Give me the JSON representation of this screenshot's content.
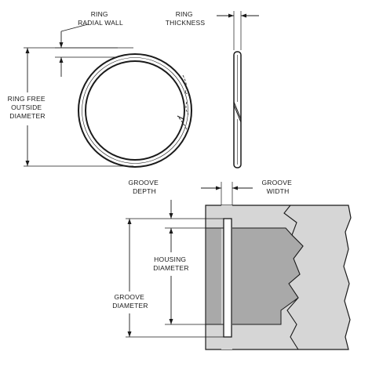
{
  "labels": {
    "ring_radial_wall": [
      "RING",
      "RADIAL WALL"
    ],
    "ring_thickness": [
      "RING",
      "THICKNESS"
    ],
    "ring_free_od": [
      "RING FREE",
      "OUTSIDE",
      "DIAMETER"
    ],
    "groove_depth": [
      "GROOVE",
      "DEPTH"
    ],
    "groove_width": [
      "GROOVE",
      "WIDTH"
    ],
    "housing_diameter": [
      "HOUSING",
      "DIAMETER"
    ],
    "groove_diameter": [
      "GROOVE",
      "DIAMETER"
    ]
  },
  "colors": {
    "line": "#1a1a1a",
    "housing_light": "#d6d6d6",
    "housing_dark": "#a9a9a9",
    "ring_section": "#ffffff"
  }
}
